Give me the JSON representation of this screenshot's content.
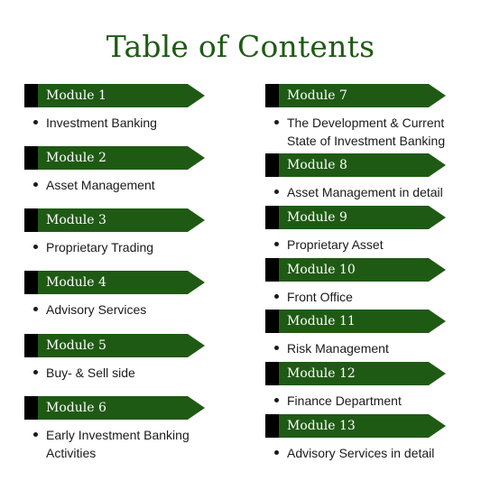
{
  "title": "Table of Contents",
  "colors": {
    "banner": "#1f5a14",
    "square": "#000000",
    "title": "#1f5a14"
  },
  "modules": [
    {
      "label": "Module 1",
      "item": "Investment Banking"
    },
    {
      "label": "Module 2",
      "item": "Asset Management"
    },
    {
      "label": "Module 3",
      "item": "Proprietary Trading"
    },
    {
      "label": "Module 4",
      "item": "Advisory Services"
    },
    {
      "label": "Module 5",
      "item": "Buy- & Sell side"
    },
    {
      "label": "Module 6",
      "item": "Early Investment Banking Activities"
    },
    {
      "label": "Module 7",
      "item": "The Development & Current State of Investment Banking"
    },
    {
      "label": "Module 8",
      "item": "Asset Management in detail"
    },
    {
      "label": "Module 9",
      "item": "Proprietary Asset"
    },
    {
      "label": "Module 10",
      "item": "Front Office"
    },
    {
      "label": "Module 11",
      "item": "Risk Management"
    },
    {
      "label": "Module 12",
      "item": "Finance Department"
    },
    {
      "label": "Module 13",
      "item": "Advisory Services in detail"
    }
  ]
}
